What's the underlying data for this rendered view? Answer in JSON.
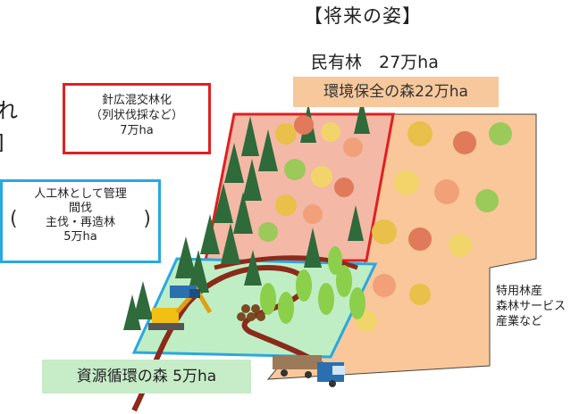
{
  "title": "【将来の姿】",
  "private_forest": "民有林　27万ha",
  "env_forest": "環境保全の森22万ha",
  "edge_text_1": "れ",
  "edge_text_2": "]",
  "mixed_box": {
    "line1": "針広混交林化",
    "line2": "（列状伐採など）",
    "line3": "7万ha"
  },
  "plantation_box": {
    "line1": "人工林として管理",
    "line2": "間伐",
    "line3": "主伐・再造林",
    "line4": "5万ha"
  },
  "special_industry": {
    "line1": "特用林産",
    "line2": "森林サービス",
    "line3": "産業など"
  },
  "resource_forest": "資源循環の森 5万ha",
  "colors": {
    "env_band": "#f6c89c",
    "resource_band": "#c6ecc8",
    "mixed_border": "#e02020",
    "plantation_border": "#2aa8e0",
    "env_plot": "#f9c79a",
    "mixed_plot": "#f4b8a6",
    "resource_plot": "#bfeec4"
  }
}
